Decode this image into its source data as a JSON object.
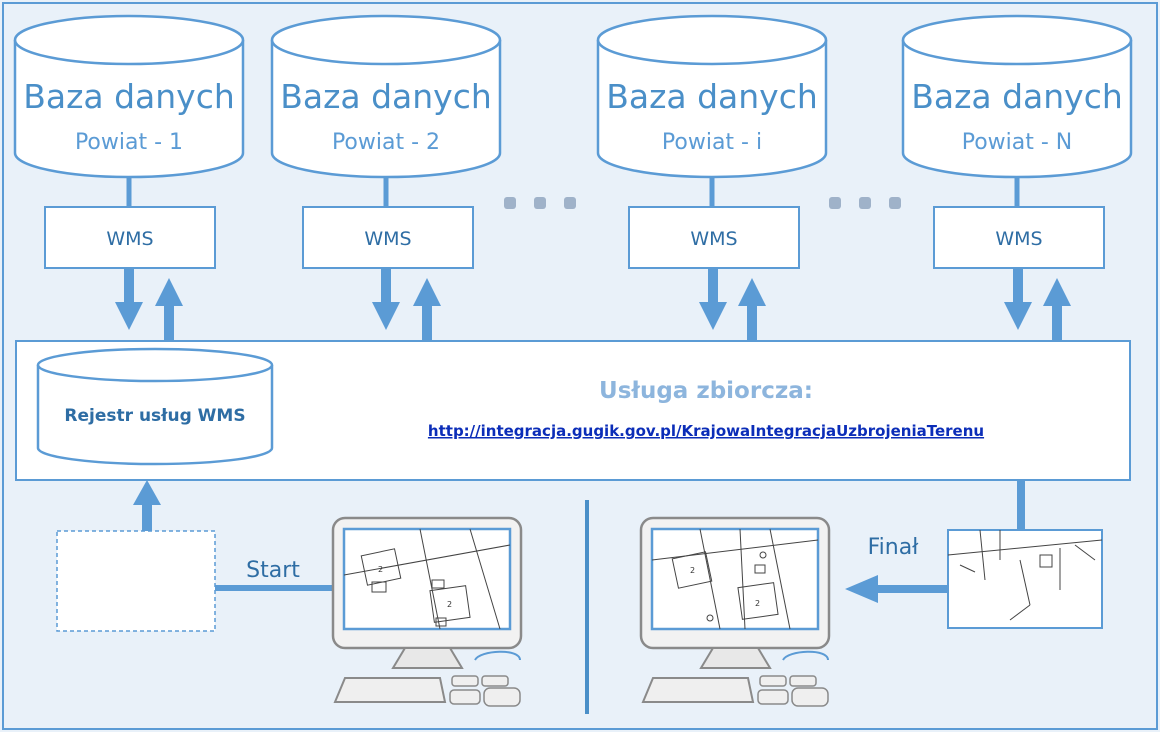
{
  "databases": [
    {
      "title": "Baza danych",
      "subtitle": "Powiat - 1"
    },
    {
      "title": "Baza danych",
      "subtitle": "Powiat - 2"
    },
    {
      "title": "Baza danych",
      "subtitle": "Powiat - i"
    },
    {
      "title": "Baza danych",
      "subtitle": "Powiat - N"
    }
  ],
  "wms_label": "WMS",
  "registry_label": "Rejestr usług WMS",
  "service": {
    "title": "Usługa zbiorcza:",
    "url": "http://integracja.gugik.gov.pl/KrajowaIntegracjaUzbrojeniaTerenu"
  },
  "start_label": "Start",
  "final_label": "Finał",
  "map_label": "2",
  "colors": {
    "accent": "#5b9bd5",
    "dark_blue": "#2e6da4",
    "background": "#e9f1f9",
    "link": "#0b2db8"
  }
}
